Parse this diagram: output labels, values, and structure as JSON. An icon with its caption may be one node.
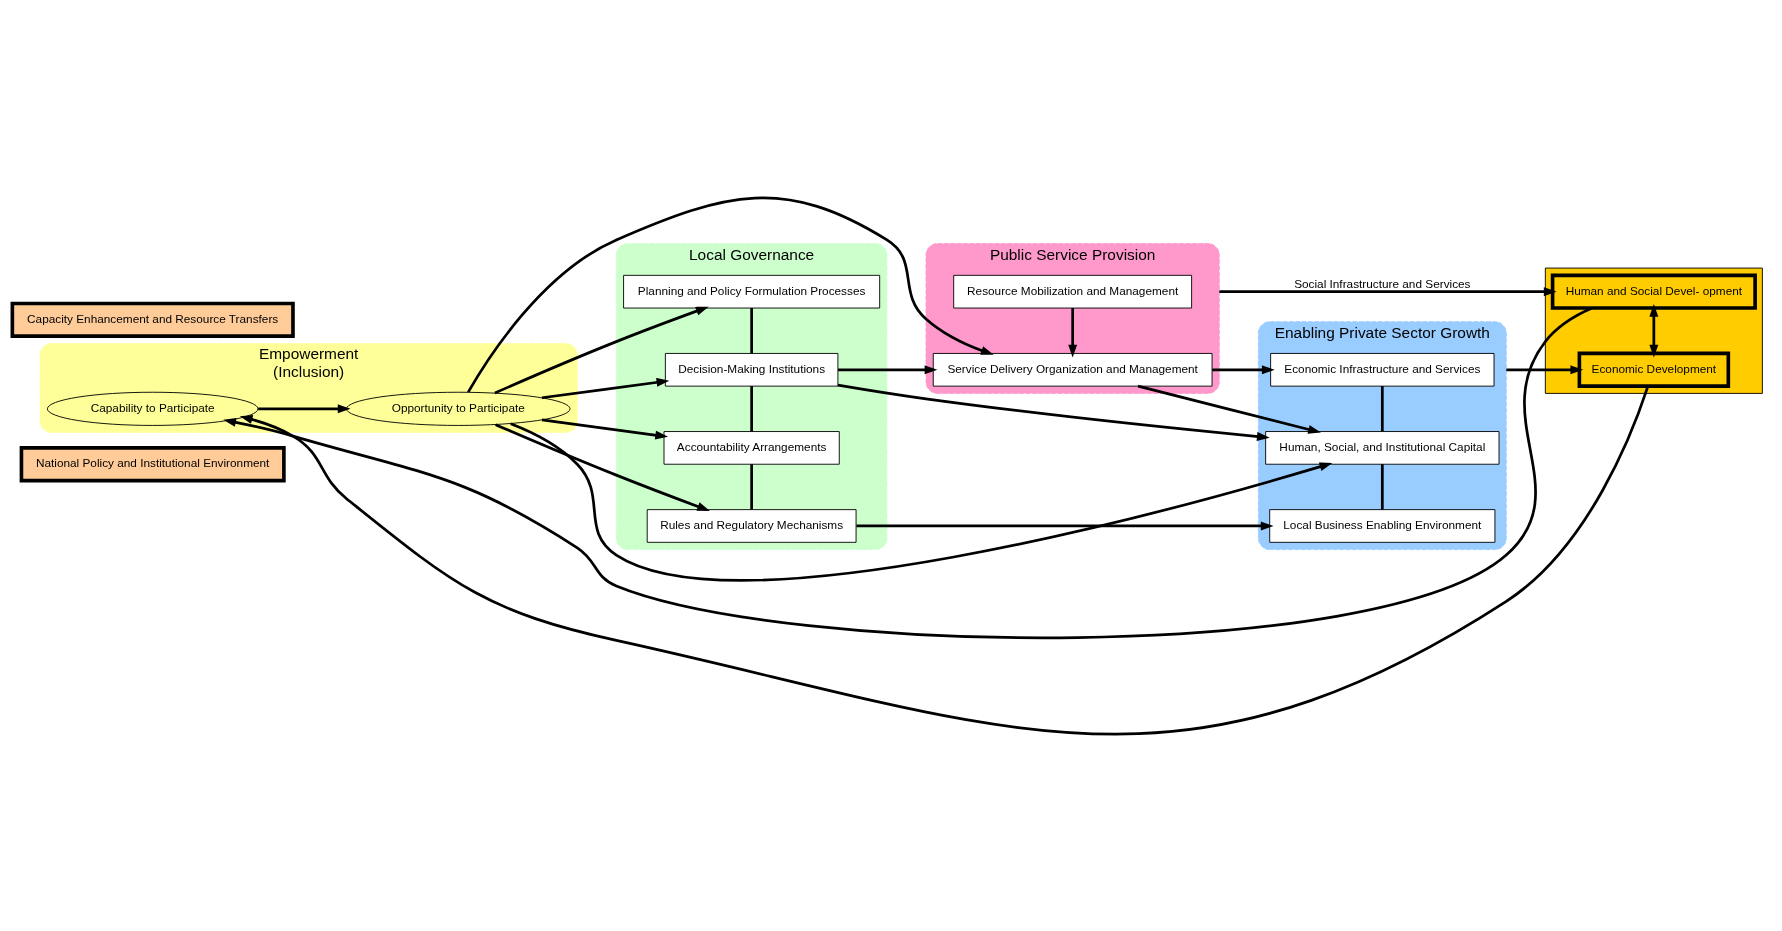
{
  "diagram": {
    "nodes": [
      {
        "text": [
          "National Policy and Institutional Environment"
        ]
      },
      {
        "text": [
          "Empowerment",
          "(Inclusion)"
        ]
      },
      {
        "text": [
          "Capability to Participate"
        ],
        "in": 1
      },
      {
        "text": [
          "Opportunity to Participate"
        ],
        "in": 1
      },
      {
        "text": [
          "Local Governance"
        ]
      },
      {
        "text": [
          "Planning and Policy Formulation Processes"
        ],
        "in": 4
      },
      {
        "text": [
          "Decision-Making Institutions"
        ],
        "in": 4
      },
      {
        "text": [
          "Accountability Arrangements"
        ],
        "in": 4
      },
      {
        "text": [
          "Rules and Regulatory Mechanisms"
        ],
        "in": 4
      },
      {
        "text": [
          "Public Service Provision"
        ]
      },
      {
        "text": [
          "Resource Mobilization and Management"
        ],
        "in": 9
      },
      {
        "text": [
          "Service Delivery Organization and Management"
        ],
        "in": 9
      },
      {
        "text": [
          "Enabling Private Sector Growth"
        ]
      },
      {
        "text": [
          "Economic Infrastructure and Services"
        ],
        "in": 12
      },
      {
        "text": [
          "Human, Social, and Institutional Capital"
        ],
        "in": 12
      },
      {
        "text": [
          "Local Business Enabling Environment"
        ],
        "in": 12
      },
      {
        "text": [],
        "shape": "box"
      },
      {
        "text": [
          "Human and Social Devel- opment"
        ],
        "in": 16
      },
      {
        "text": [
          "Economic Development"
        ],
        "in": 16
      },
      {
        "text": [
          "Capacity Enhancement and Resource Transfers"
        ]
      }
    ],
    "edges": [
      {
        "from": 2,
        "to": 3,
        "arrow": "to"
      },
      {
        "from": 3,
        "to": 5,
        "arrow": "to"
      },
      {
        "from": 3,
        "to": 6,
        "arrow": "to"
      },
      {
        "from": 3,
        "to": 7,
        "arrow": "to"
      },
      {
        "from": 3,
        "to": 8,
        "arrow": "to"
      },
      {
        "from": 3,
        "to": 11,
        "arrow": "to"
      },
      {
        "from": 3,
        "to": 14,
        "arrow": "to"
      },
      {
        "from": 5,
        "to": 6,
        "arrow": "none"
      },
      {
        "from": 6,
        "to": 7,
        "arrow": "none"
      },
      {
        "from": 7,
        "to": 8,
        "arrow": "none"
      },
      {
        "from": 6,
        "to": 11,
        "arrow": "to"
      },
      {
        "from": 6,
        "to": 14,
        "arrow": "to"
      },
      {
        "from": 10,
        "to": 11,
        "arrow": "to"
      },
      {
        "from": 11,
        "to": 13,
        "arrow": "to"
      },
      {
        "from": 11,
        "to": 14,
        "arrow": "to"
      },
      {
        "from": 8,
        "to": 15,
        "arrow": "to"
      },
      {
        "from": 9,
        "to": 17,
        "arrow": "to",
        "label": "Social Infrastructure and Services"
      },
      {
        "from": 13,
        "to": 14,
        "arrow": "none"
      },
      {
        "from": 14,
        "to": 15,
        "arrow": "none"
      },
      {
        "from": 12,
        "to": 18,
        "arrow": "to"
      },
      {
        "from": 17,
        "to": 18,
        "arrow": "both"
      },
      {
        "from": 17,
        "to": 2,
        "arrow": "to"
      },
      {
        "from": 18,
        "to": 2,
        "arrow": "to"
      }
    ]
  }
}
